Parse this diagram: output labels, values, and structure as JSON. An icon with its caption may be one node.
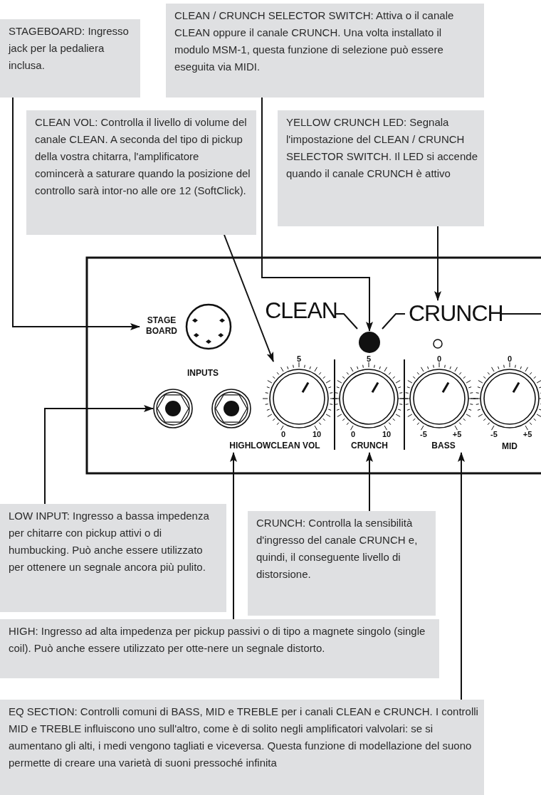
{
  "diagram": {
    "nodes": [
      {
        "text": [
          "STAGEBOARD: Ingresso jack per la pedaliera inclusa."
        ]
      },
      {
        "text": [
          "CLEAN / CRUNCH SELECTOR SWITCH: Attiva o il canale CLEAN oppure il canale CRUNCH. Una volta installato il modulo MSM-1, questa funzione di selezione può essere eseguita via MIDI."
        ]
      },
      {
        "text": [
          "CLEAN VOL: Controlla il livello di volume del canale CLEAN. A seconda del tipo di pickup della vostra chitarra, l'amplificatore comincerà a saturare quando la posizione del controllo sarà intor-no alle ore 12 (SoftClick)."
        ]
      },
      {
        "text": [
          "YELLOW CRUNCH LED: Segnala l'impostazione del CLEAN / CRUNCH SELECTOR SWITCH. Il LED si accende quando il canale CRUNCH è attivo"
        ]
      },
      {
        "text": [
          "STAGE BOARD"
        ]
      },
      {
        "text": [
          "CRUNCH"
        ]
      },
      {
        "text": [],
        "shape": "dot"
      },
      {
        "text": [],
        "shape": "circle"
      },
      {
        "text": [],
        "shape": "jack"
      },
      {
        "text": [],
        "shape": "jack"
      },
      {
        "text": [],
        "shape": "knob",
        "beside": [
          "5",
          "0",
          "10"
        ]
      },
      {
        "text": [],
        "shape": "knob",
        "beside": [
          "5",
          "0",
          "10"
        ]
      },
      {
        "text": [],
        "shape": "knob",
        "beside": [
          "0",
          "-5",
          "+5"
        ]
      },
      {
        "text": [],
        "shape": "knob",
        "beside": [
          "0",
          "-5",
          "+5"
        ]
      },
      {
        "text": [
          "HIGHLOWCLEAN VOL"
        ]
      },
      {
        "text": [
          "CRUNCH"
        ]
      },
      {
        "text": [
          "BASS"
        ]
      },
      {
        "text": [
          "LOW INPUT: Ingresso a bassa impedenza per chitarre con pickup attivi o di humbucking. Può anche essere utilizzato per ottenere un segnale ancora più pulito."
        ]
      },
      {
        "text": [
          "CRUNCH: Controlla la sensibilità d'ingresso del canale CRUNCH e, quindi, il conseguente livello di distorsione."
        ]
      },
      {
        "text": [
          "HIGH: Ingresso ad alta impedenza per pickup passivi o di tipo a magnete singolo (single coil). Può anche essere utilizzato per otte-nere un segnale distorto."
        ]
      },
      {
        "text": [
          "EQ SECTION: Controlli comuni di BASS, MID e TREBLE per i canali CLEAN e CRUNCH. I controlli MID e TREBLE influiscono uno sull'altro, come è di solito negli amplificatori valvolari: se si aumentano gli alti, i medi vengono tagliati e viceversa. Questa funzione di modellazione del suono permette di creare una varietà di suoni pressoché infinita"
        ]
      }
    ],
    "edges": [
      {
        "from": 0,
        "to": 4,
        "arrow": "to"
      },
      {
        "from": 1,
        "to": 6,
        "arrow": "to"
      },
      {
        "from": 2,
        "to": 10,
        "arrow": "to"
      },
      {
        "from": 3,
        "to": 5,
        "arrow": "to"
      },
      {
        "from": 17,
        "to": 8,
        "arrow": "to"
      },
      {
        "from": 19,
        "to": 14,
        "arrow": "to"
      },
      {
        "from": 18,
        "to": 15,
        "arrow": "to"
      },
      {
        "from": 20,
        "to": 16,
        "arrow": "to"
      }
    ],
    "labels": [
      "CLEAN",
      "INPUTS",
      "MID"
    ]
  }
}
